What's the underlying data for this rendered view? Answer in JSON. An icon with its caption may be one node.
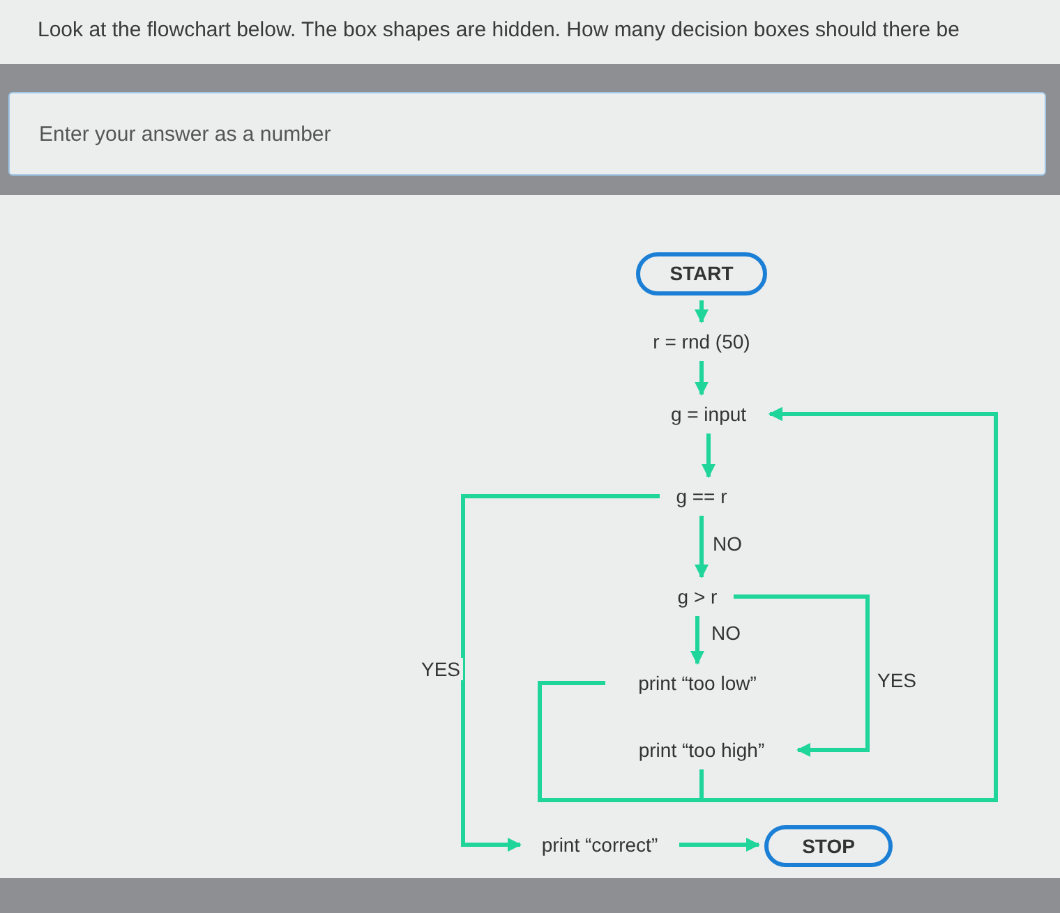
{
  "diagram": {
    "title": "Look at the flowchart below. The box shapes are hidden. How many decision boxes should there be",
    "nodes": [
      {
        "text": [
          "START"
        ]
      },
      {
        "text": [
          "r = rnd (50)"
        ]
      },
      {
        "text": [
          "g = input"
        ]
      },
      {
        "text": [
          "g == r"
        ]
      },
      {
        "text": [
          "g > r"
        ]
      },
      {
        "text": [
          "print “too low”"
        ]
      },
      {
        "text": [
          "print “too high”"
        ]
      },
      {
        "text": [
          "print “correct”"
        ]
      },
      {
        "text": [
          "STOP"
        ]
      }
    ],
    "edges": [
      {
        "from": 0,
        "to": 1,
        "arrow": "to"
      },
      {
        "from": 1,
        "to": 2,
        "arrow": "to"
      },
      {
        "from": 2,
        "to": 3,
        "arrow": "to"
      },
      {
        "from": 3,
        "to": 4,
        "arrow": "to",
        "label": "NO"
      },
      {
        "from": 4,
        "to": 5,
        "arrow": "to",
        "label": "NO"
      },
      {
        "from": 4,
        "to": 6,
        "arrow": "to",
        "label": "YES"
      },
      {
        "from": 3,
        "to": 7,
        "arrow": "to",
        "label": "YES"
      },
      {
        "from": 5,
        "to": 2,
        "arrow": "to"
      },
      {
        "from": 6,
        "to": 2,
        "arrow": "to"
      },
      {
        "from": 7,
        "to": 8,
        "arrow": "to"
      }
    ],
    "labels": [
      "Enter your answer as a number"
    ]
  }
}
